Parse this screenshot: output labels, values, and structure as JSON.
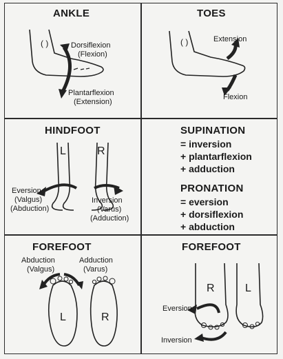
{
  "ankle": {
    "title": "ANKLE",
    "dorsiflexion": "Dorsiflexion",
    "dorsiflexion_alt": "(Flexion)",
    "plantarflexion": "Plantarflexion",
    "plantarflexion_alt": "(Extension)"
  },
  "toes": {
    "title": "TOES",
    "extension": "Extension",
    "flexion": "Flexion"
  },
  "hindfoot": {
    "title": "HINDFOOT",
    "left_mark": "L",
    "right_mark": "R",
    "eversion": "Eversion",
    "eversion_alt1": "(Valgus)",
    "eversion_alt2": "(Abduction)",
    "inversion": "Inversion",
    "inversion_alt1": "(Varus)",
    "inversion_alt2": "(Adduction)"
  },
  "supination": {
    "title": "SUPINATION",
    "line1": "= inversion",
    "line2": "+ plantarflexion",
    "line3": "+ adduction"
  },
  "pronation": {
    "title": "PRONATION",
    "line1": "= eversion",
    "line2": "+ dorsiflexion",
    "line3": "+ abduction"
  },
  "forefoot_left": {
    "title": "FOREFOOT",
    "abduction": "Abduction",
    "abduction_alt": "(Valgus)",
    "adduction": "Adduction",
    "adduction_alt": "(Varus)",
    "left_mark": "L",
    "right_mark": "R"
  },
  "forefoot_right": {
    "title": "FOREFOOT",
    "right_mark": "R",
    "left_mark": "L",
    "eversion": "Eversion",
    "inversion": "Inversion"
  }
}
